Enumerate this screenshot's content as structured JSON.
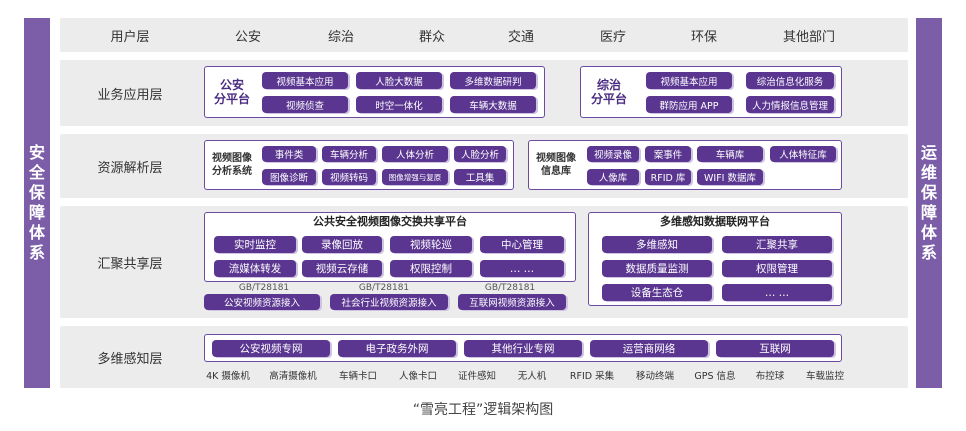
{
  "left_sidebar": "安全保障体系",
  "right_sidebar": "运维保障体系",
  "user_layer": {
    "label": "用户层",
    "items": [
      "公安",
      "综治",
      "群众",
      "交通",
      "医疗",
      "环保",
      "其他部门"
    ]
  },
  "business_layer": {
    "label": "业务应用层",
    "gongan": {
      "title_line1": "公安",
      "title_line2": "分平台",
      "items": [
        "视频基本应用",
        "人脸大数据",
        "多维数据研判",
        "视频侦查",
        "时空一体化",
        "车辆大数据"
      ]
    },
    "zongzhi": {
      "title_line1": "综治",
      "title_line2": "分平台",
      "items": [
        "视频基本应用",
        "综治信息化服务",
        "群防应用 APP",
        "人力情报信息管理"
      ]
    }
  },
  "resource_layer": {
    "label": "资源解析层",
    "analysis": {
      "title_line1": "视频图像",
      "title_line2": "分析系统",
      "items": [
        "事件类",
        "车辆分析",
        "人体分析",
        "人脸分析",
        "图像诊断",
        "视频转码",
        "图像增强与复原",
        "工具集"
      ]
    },
    "library": {
      "title_line1": "视频图像",
      "title_line2": "信息库",
      "items": [
        "视频录像",
        "案事件",
        "车辆库",
        "人体特征库",
        "人像库",
        "RFID 库",
        "WIFI 数据库"
      ]
    }
  },
  "share_layer": {
    "label": "汇聚共享层",
    "public_platform": {
      "title": "公共安全视频图像交换共享平台",
      "items": [
        "实时监控",
        "录像回放",
        "视频轮巡",
        "中心管理",
        "流媒体转发",
        "视频云存储",
        "权限控制",
        "… …"
      ]
    },
    "gb_labels": [
      "GB/T28181",
      "GB/T28181",
      "GB/T28181"
    ],
    "access_items": [
      "公安视频资源接入",
      "社会行业视频资源接入",
      "互联网视频资源接入"
    ],
    "iot_platform": {
      "title": "多维感知数据联网平台",
      "items": [
        "多维感知",
        "汇聚共享",
        "数据质量监测",
        "权限管理",
        "设备生态仓",
        "… …"
      ]
    }
  },
  "sensing_layer": {
    "label": "多维感知层",
    "networks": [
      "公安视频专网",
      "电子政务外网",
      "其他行业专网",
      "运营商网络",
      "互联网"
    ],
    "sensors": [
      "4K 摄像机",
      "高清摄像机",
      "车辆卡口",
      "人像卡口",
      "证件感知",
      "无人机",
      "RFID 采集",
      "移动终端",
      "GPS 信息",
      "布控球",
      "车载监控"
    ]
  },
  "caption": "“雪亮工程”逻辑架构图",
  "colors": {
    "sidebar": "#7b5ea7",
    "pill": "#5a3690",
    "outline": "#6b4aa0",
    "layer_bg": "#ececec"
  }
}
